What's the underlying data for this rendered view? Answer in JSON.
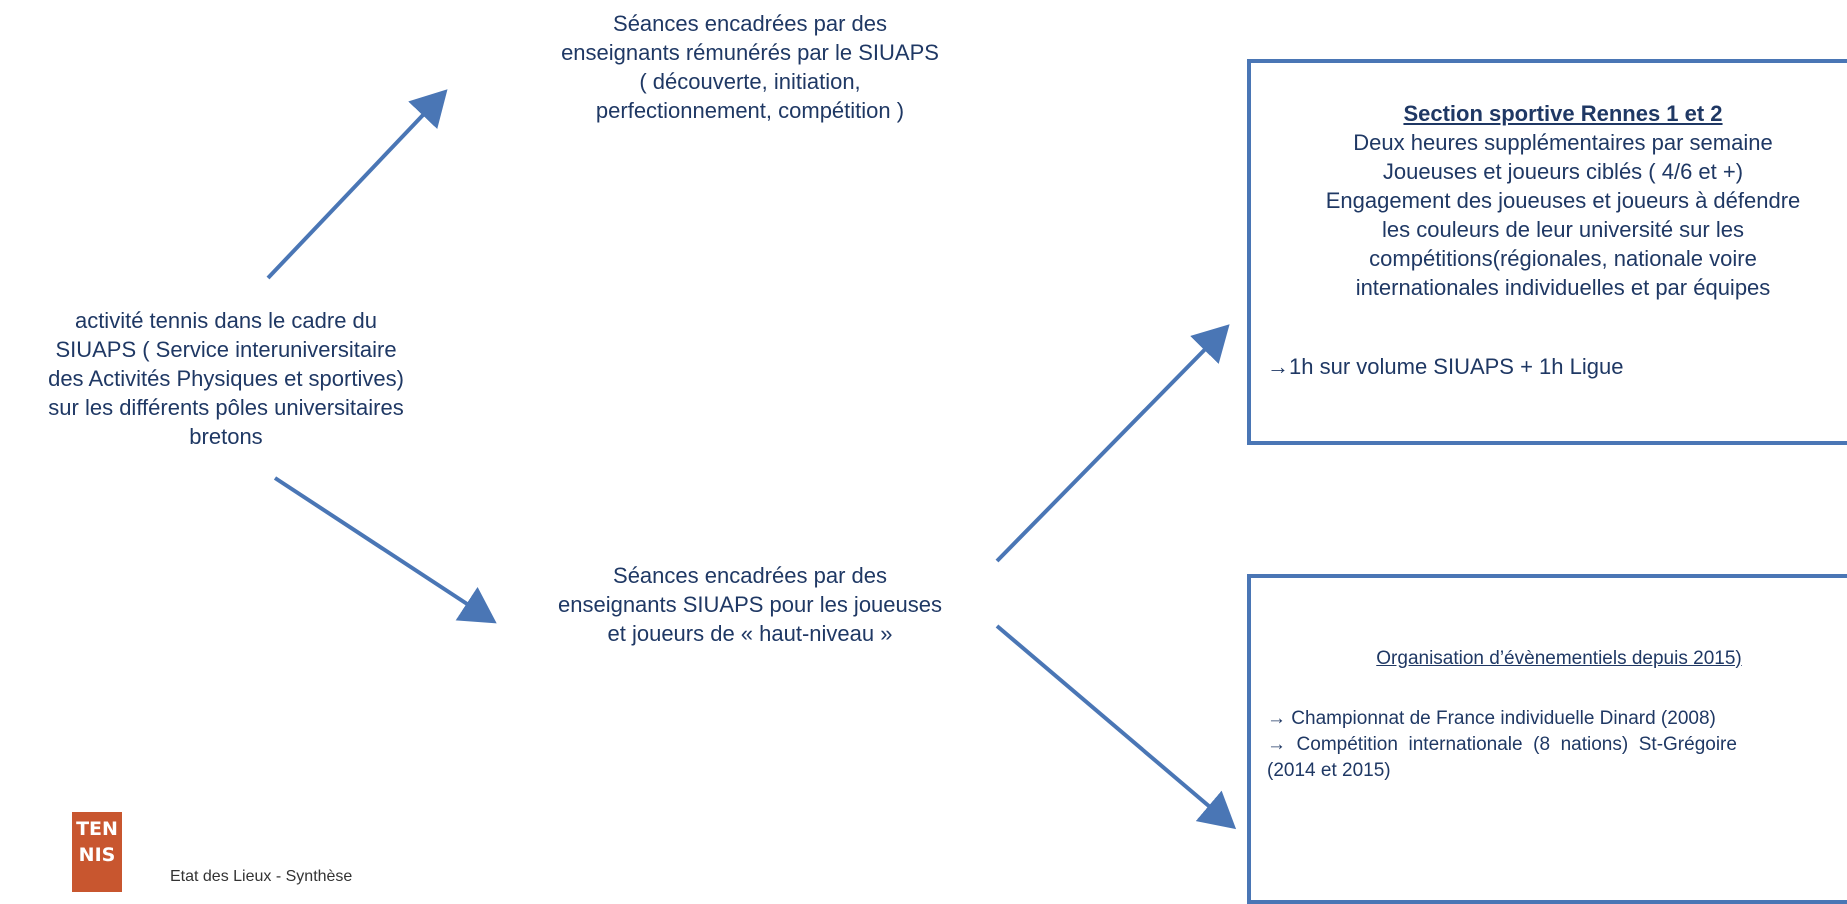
{
  "nodes": {
    "top": {
      "lines": [
        "Séances encadrées par des",
        "enseignants rémunérés par le SIUAPS",
        "( découverte, initiation,",
        "perfectionnement, compétition )"
      ]
    },
    "left": {
      "lines": [
        "activité tennis dans le cadre du",
        "SIUAPS ( Service interuniversitaire",
        "des Activités Physiques et sportives)",
        "sur les différents pôles universitaires",
        "bretons"
      ]
    },
    "middle": {
      "lines": [
        "Séances encadrées par des",
        "enseignants SIUAPS pour les joueuses",
        "et joueurs de « haut-niveau »"
      ]
    }
  },
  "box_section": {
    "title": "Section sportive Rennes 1 et 2",
    "lines": [
      "Deux heures supplémentaires par semaine",
      "Joueuses et joueurs ciblés ( 4/6 et +)",
      "Engagement des joueuses et joueurs à défendre",
      "les couleurs de leur université sur les",
      "compétitions(régionales, nationale voire",
      "internationales  individuelles et par équipes"
    ],
    "note": "→1h sur volume SIUAPS + 1h Ligue"
  },
  "box_events": {
    "title": "Organisation d’évènementiels depuis 2015)",
    "item1": "→ Championnat de France individuelle Dinard (2008)",
    "item2_line1": "→  Compétition  internationale  (8  nations)  St-Grégoire",
    "item2_line2": "(2014 et 2015)"
  },
  "logo": {
    "line1": "TEN",
    "line2": "NIS"
  },
  "footer": {
    "text": "Etat des Lieux - Synthèse"
  },
  "colors": {
    "arrow": "#4a76b5",
    "box_border": "#4a76b5",
    "text": "#1f3864",
    "logo_bg": "#c8562f"
  }
}
